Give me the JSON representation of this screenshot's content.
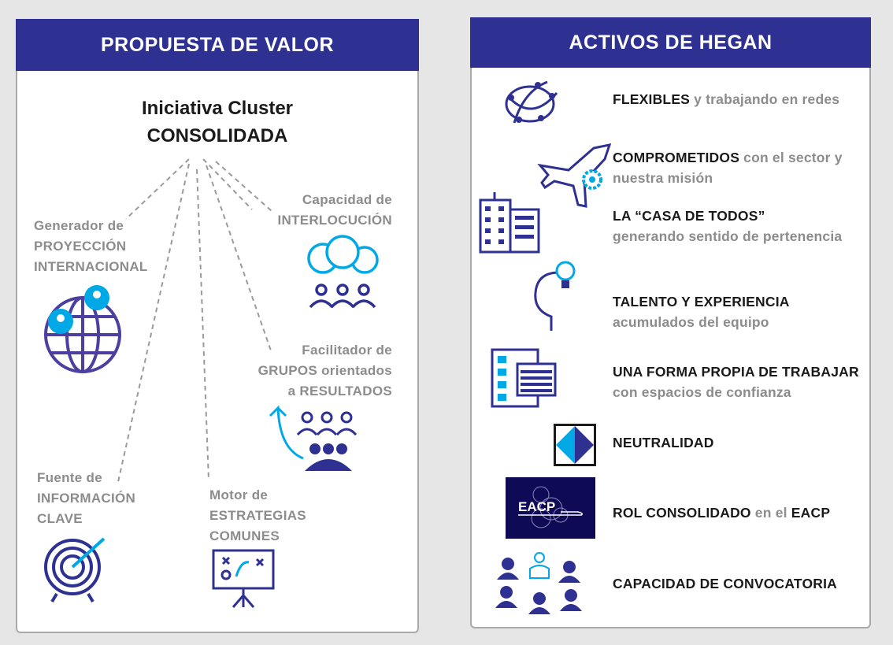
{
  "left": {
    "title": "PROPUESTA DE VALOR",
    "center": {
      "line1": "Iniciativa Cluster",
      "line2": "CONSOLIDADA"
    },
    "nodes": [
      {
        "l1": "Generador de",
        "l2": "PROYECCIÓN",
        "l3": "INTERNACIONAL",
        "icon": "globe-people-icon"
      },
      {
        "l1": "Capacidad de",
        "l2": "INTERLOCUCIÓN",
        "icon": "speech-bubbles-people-icon"
      },
      {
        "l1": "Facilitador de",
        "l2": "GRUPOS orientados",
        "l3": "a RESULTADOS",
        "icon": "group-arrow-icon"
      },
      {
        "l1": "Fuente de",
        "l2": "INFORMACIÓN",
        "l3": "CLAVE",
        "icon": "target-icon"
      },
      {
        "l1": "Motor de",
        "l2": "ESTRATEGIAS",
        "l3": "COMUNES",
        "icon": "strategy-board-icon"
      }
    ]
  },
  "right": {
    "title": "ACTIVOS DE HEGAN",
    "items": [
      {
        "bold": "FLEXIBLES",
        "rest": " y trabajando en redes",
        "icon": "network-icon"
      },
      {
        "bold": "COMPROMETIDOS",
        "rest": " con el sector y",
        "line2": "nuestra misión",
        "icon": "airplane-gear-icon"
      },
      {
        "bold": "LA “CASA DE TODOS”",
        "line2": "generando sentido de pertenencia",
        "icon": "buildings-icon"
      },
      {
        "bold": "TALENTO Y EXPERIENCIA",
        "line2": "acumulados del equipo",
        "icon": "head-lightbulb-icon"
      },
      {
        "bold": "UNA FORMA PROPIA DE TRABAJAR",
        "line2": "con espacios de confianza",
        "icon": "checklist-calendar-icon"
      },
      {
        "bold": "NEUTRALIDAD",
        "icon": "diamond-icon"
      },
      {
        "bold": "ROL CONSOLIDADO",
        "mid": " en el ",
        "bold2": "EACP",
        "logo": "EACP",
        "icon": "eacp-logo"
      },
      {
        "bold": "CAPACIDAD DE CONVOCATORIA",
        "icon": "people-group-icon"
      }
    ]
  },
  "colors": {
    "navy": "#2e3192",
    "blue": "#00a8e6",
    "gray": "#8c8c8c"
  }
}
